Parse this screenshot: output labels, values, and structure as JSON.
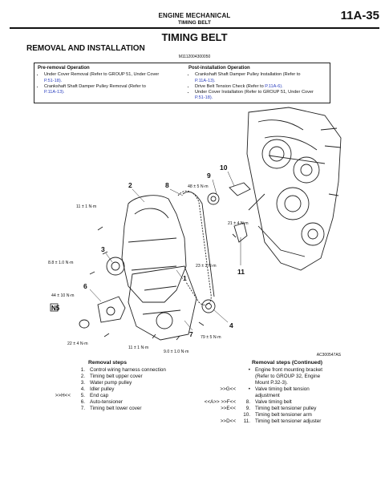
{
  "header": {
    "title": "ENGINE MECHANICAL",
    "subtitle": "TIMING BELT",
    "page_number": "11A-35"
  },
  "main_title": "TIMING BELT",
  "section_title": "REMOVAL AND INSTALLATION",
  "doc_id": "M1112004300050",
  "pre_removal": {
    "heading": "Pre-removal Operation",
    "items": [
      {
        "text": "Under Cover Removal (Refer to GROUP 51, Under Cover",
        "link": "P.51-18)."
      },
      {
        "text": "Crankshaft Shaft Damper Pulley Removal (Refer to",
        "link": "P.11A-13)."
      }
    ]
  },
  "post_installation": {
    "heading": "Post-installation Operation",
    "items": [
      {
        "text": "Crankshaft Shaft Damper Pulley Installation (Refer to",
        "link": "P.11A-13)."
      },
      {
        "text": "Drive Belt Tension Check (Refer to",
        "link": "P.11A-6)."
      },
      {
        "text": "Under Cover Installation (Refer to GROUP 51, Under Cover",
        "link": "P.51-18)."
      }
    ]
  },
  "diagram": {
    "callouts": [
      "1",
      "2",
      "3",
      "4",
      "5",
      "6",
      "7",
      "8",
      "9",
      "10",
      "11"
    ],
    "torques": {
      "t1": "11 ± 1 N·m",
      "t2": "48 ± 5 N·m",
      "t3": "21 ± 4 N·m",
      "t4": "8.8 ± 1.0 N·m",
      "t5": "23 ± 3 N·m",
      "t6": "44 ± 10 N·m",
      "t7": "79 ± 5 N·m",
      "t8": "22 ± 4 N·m",
      "t9": "11 ± 1 N·m",
      "t10": "9.0 ± 1.0 N·m"
    },
    "n5_label": "N5",
    "figure_id": "AC300547AS"
  },
  "removal_steps": {
    "heading": "Removal steps",
    "items": [
      {
        "ref": "",
        "num": "1.",
        "text": "Control wiring harness connection"
      },
      {
        "ref": "",
        "num": "2.",
        "text": "Timing belt upper cover"
      },
      {
        "ref": "",
        "num": "3.",
        "text": "Water pump pulley"
      },
      {
        "ref": "",
        "num": "4.",
        "text": "Idler pulley"
      },
      {
        "ref": ">>H<<",
        "num": "5.",
        "text": "End cap"
      },
      {
        "ref": "",
        "num": "6.",
        "text": "Auto-tensioner"
      },
      {
        "ref": "",
        "num": "7.",
        "text": "Timing belt lower cover"
      }
    ]
  },
  "removal_steps_cont": {
    "heading": "Removal steps (Continued)",
    "items": [
      {
        "ref": "",
        "num": "•",
        "text": "Engine front mounting bracket"
      },
      {
        "ref": "",
        "num": "",
        "text": "(Refer to GROUP 32, Engine"
      },
      {
        "ref": "",
        "num": "",
        "text": "Mount P.32-3)."
      },
      {
        "ref": ">>G<<",
        "num": "•",
        "text": "Valve timing belt tension"
      },
      {
        "ref": "",
        "num": "",
        "text": "adjustment"
      },
      {
        "ref": "<<A>> >>F<<",
        "num": "8.",
        "text": "Valve timing belt"
      },
      {
        "ref": ">>E<<",
        "num": "9.",
        "text": "Timing belt tensioner pulley"
      },
      {
        "ref": "",
        "num": "10.",
        "text": "Timing belt tensioner arm"
      },
      {
        "ref": ">>D<<",
        "num": "11.",
        "text": "Timing belt tensioner adjuster"
      }
    ]
  }
}
